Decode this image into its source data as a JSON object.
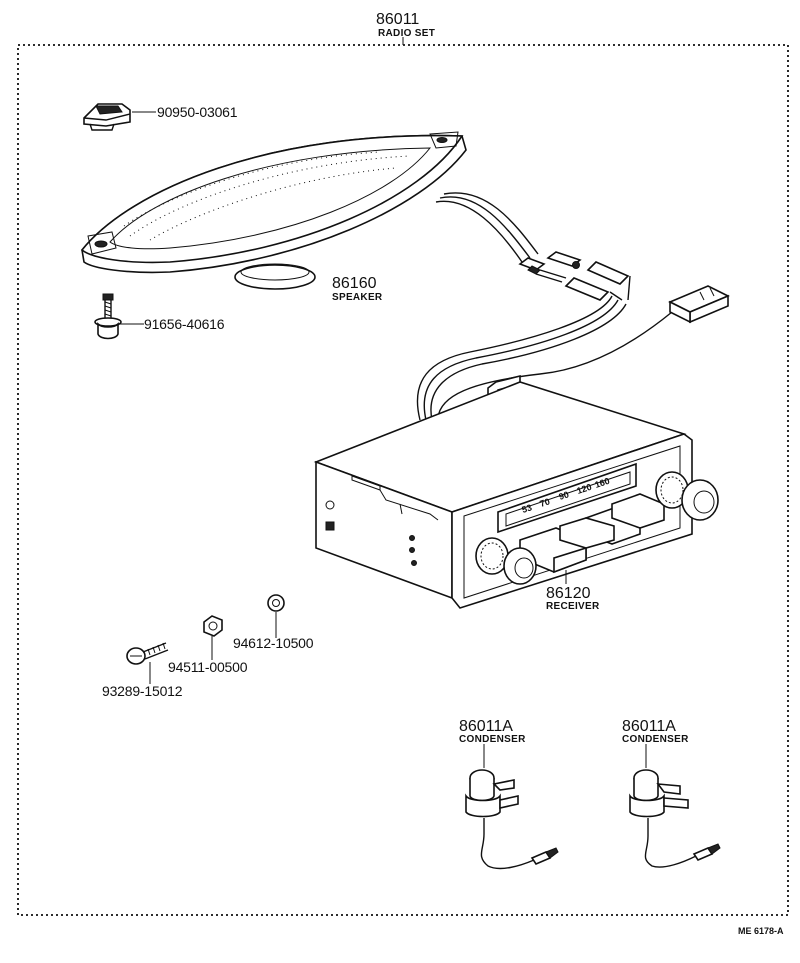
{
  "assembly": {
    "part_no": "86011",
    "name": "RADIO SET"
  },
  "parts": {
    "clip": {
      "part_no": "90950-03061"
    },
    "speaker": {
      "part_no": "86160",
      "name": "SPEAKER"
    },
    "bolt": {
      "part_no": "91656-40616"
    },
    "receiver": {
      "part_no": "86120",
      "name": "RECEIVER"
    },
    "screw": {
      "part_no": "93289-15012"
    },
    "nut": {
      "part_no": "94511-00500"
    },
    "washer": {
      "part_no": "94612-10500"
    },
    "condenser_left": {
      "part_no": "86011A",
      "name": "CONDENSER"
    },
    "condenser_right": {
      "part_no": "86011A",
      "name": "CONDENSER"
    }
  },
  "dial_markings": [
    "53",
    "70",
    "90",
    "120",
    "160"
  ],
  "footer": {
    "code": "ME 6178-A"
  }
}
